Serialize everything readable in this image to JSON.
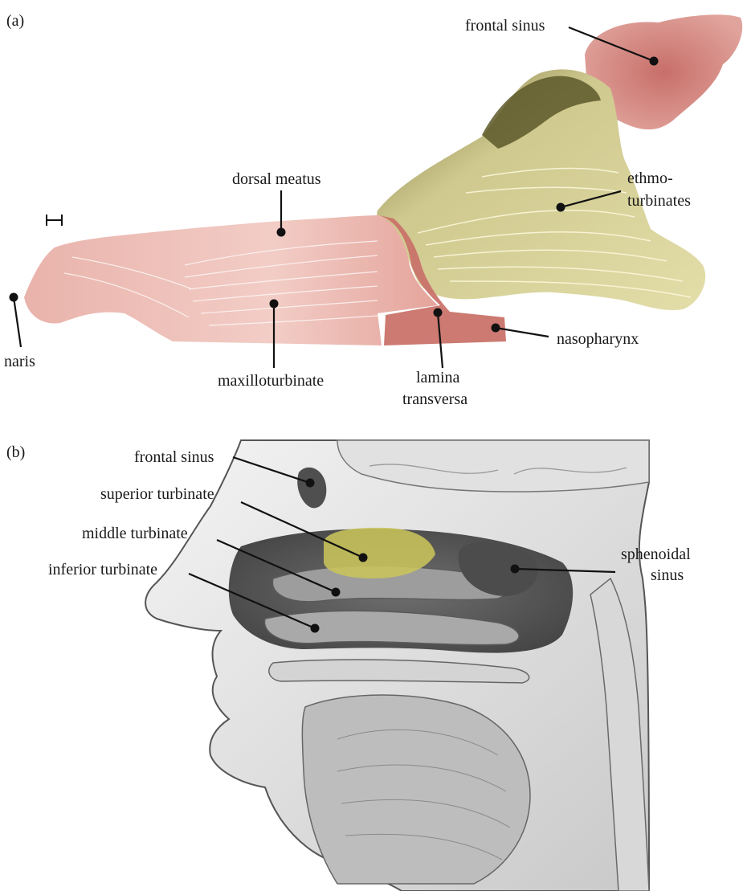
{
  "panel_a": {
    "panel_label": "(a)",
    "labels": {
      "frontal_sinus": "frontal sinus",
      "dorsal_meatus": "dorsal meatus",
      "ethmo_line1": "ethmo-",
      "ethmo_line2": "turbinates",
      "naris": "naris",
      "maxilloturbinate": "maxilloturbinate",
      "lamina_line1": "lamina",
      "lamina_line2": "transversa",
      "nasopharynx": "nasopharynx"
    },
    "colors": {
      "nasal_airway": "#e3a49b",
      "nasal_airway_dark": "#c46f66",
      "ethmoturbinates": "#d4cd92",
      "ethmo_dark": "#6e6a35",
      "frontal_sinus": "#c97a70"
    }
  },
  "panel_b": {
    "panel_label": "(b)",
    "labels": {
      "frontal_sinus": "frontal sinus",
      "superior_turbinate": "superior turbinate",
      "middle_turbinate": "middle turbinate",
      "inferior_turbinate": "inferior turbinate",
      "sphenoidal_line1": "sphenoidal",
      "sphenoidal_line2": "sinus"
    },
    "colors": {
      "highlight": "#c8c45a",
      "tissue_light": "#e6e6e6",
      "tissue_mid": "#a9a9a9",
      "tissue_dark": "#555555"
    }
  }
}
